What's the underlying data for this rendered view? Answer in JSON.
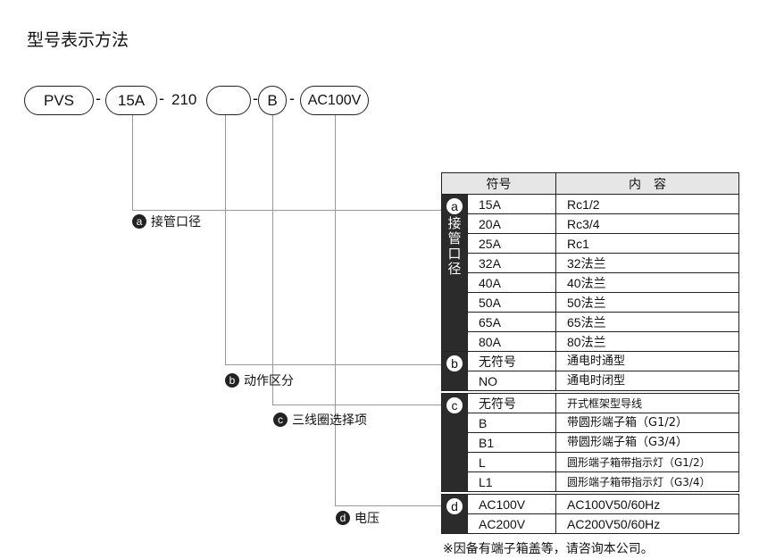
{
  "title": "型号表示方法",
  "model": {
    "p1": "PVS",
    "p2": "15A",
    "fixed": "210",
    "p3": "",
    "p4": "B",
    "p5": "AC100V",
    "sep": "-"
  },
  "labels": {
    "a": {
      "mark": "a",
      "text": "接管口径"
    },
    "b": {
      "mark": "b",
      "text": "动作区分"
    },
    "c": {
      "mark": "c",
      "text": "三线圈选择项"
    },
    "d": {
      "mark": "d",
      "text": "电压"
    }
  },
  "table": {
    "headers": [
      "符号",
      "内　容"
    ],
    "groups": [
      {
        "mark": "a",
        "side": "接管口径",
        "rows": [
          [
            "15A",
            "Rc1/2"
          ],
          [
            "20A",
            "Rc3/4"
          ],
          [
            "25A",
            "Rc1"
          ],
          [
            "32A",
            "32法兰"
          ],
          [
            "40A",
            "40法兰"
          ],
          [
            "50A",
            "50法兰"
          ],
          [
            "65A",
            "65法兰"
          ],
          [
            "80A",
            "80法兰"
          ]
        ]
      },
      {
        "mark": "b",
        "rows": [
          [
            "无符号",
            "通电时通型"
          ],
          [
            "NO",
            "通电时闭型"
          ]
        ]
      },
      {
        "mark": "c",
        "rows": [
          [
            "无符号",
            "开式框架型导线"
          ],
          [
            "B",
            "带圆形端子箱（G1/2）"
          ],
          [
            "B1",
            "带圆形端子箱（G3/4）"
          ],
          [
            "L",
            "圆形端子箱带指示灯（G1/2）"
          ],
          [
            "L1",
            "圆形端子箱带指示灯（G3/4）"
          ]
        ]
      },
      {
        "mark": "d",
        "rows": [
          [
            "AC100V",
            "AC100V50/60Hz"
          ],
          [
            "AC200V",
            "AC200V50/60Hz"
          ]
        ]
      }
    ]
  },
  "note": "※因备有端子箱盖等，请咨询本公司。"
}
